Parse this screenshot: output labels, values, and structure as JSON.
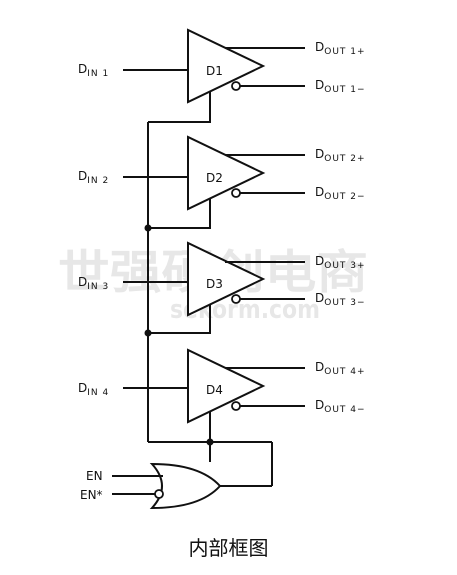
{
  "drivers": [
    {
      "name": "D1",
      "input": {
        "main": "D",
        "sub": "IN 1"
      },
      "out_plus": {
        "main": "D",
        "sub": "OUT 1+"
      },
      "out_minus": {
        "main": "D",
        "sub": "OUT 1−"
      }
    },
    {
      "name": "D2",
      "input": {
        "main": "D",
        "sub": "IN 2"
      },
      "out_plus": {
        "main": "D",
        "sub": "OUT 2+"
      },
      "out_minus": {
        "main": "D",
        "sub": "OUT 2−"
      }
    },
    {
      "name": "D3",
      "input": {
        "main": "D",
        "sub": "IN 3"
      },
      "out_plus": {
        "main": "D",
        "sub": "OUT 3+"
      },
      "out_minus": {
        "main": "D",
        "sub": "OUT 3−"
      }
    },
    {
      "name": "D4",
      "input": {
        "main": "D",
        "sub": "IN 4"
      },
      "out_plus": {
        "main": "D",
        "sub": "OUT 4+"
      },
      "out_minus": {
        "main": "D",
        "sub": "OUT 4−"
      }
    }
  ],
  "enable": {
    "en": "EN",
    "en_star": "EN*"
  },
  "watermark": {
    "chinese": "世强硬创电商",
    "url": "sekorm.com"
  },
  "caption": "内部框图"
}
